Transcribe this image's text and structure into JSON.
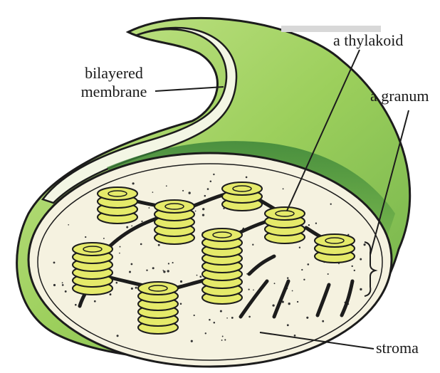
{
  "labels": {
    "membrane_line1": "bilayered",
    "membrane_line2": "membrane",
    "thylakoid": "a thylakoid",
    "granum": "a granum",
    "stroma": "stroma"
  },
  "colors": {
    "outer_green": "#9ccf5c",
    "dark_green": "#3f8a3a",
    "stroma": "#f5f2e0",
    "granum_yellow": "#e5ea6a",
    "outline": "#1c1c1c"
  },
  "grana": [
    {
      "discs": 4
    },
    {
      "discs": 5
    },
    {
      "discs": 3
    },
    {
      "discs": 6
    },
    {
      "discs": 4
    },
    {
      "discs": 3
    },
    {
      "discs": 9
    },
    {
      "discs": 6
    }
  ]
}
